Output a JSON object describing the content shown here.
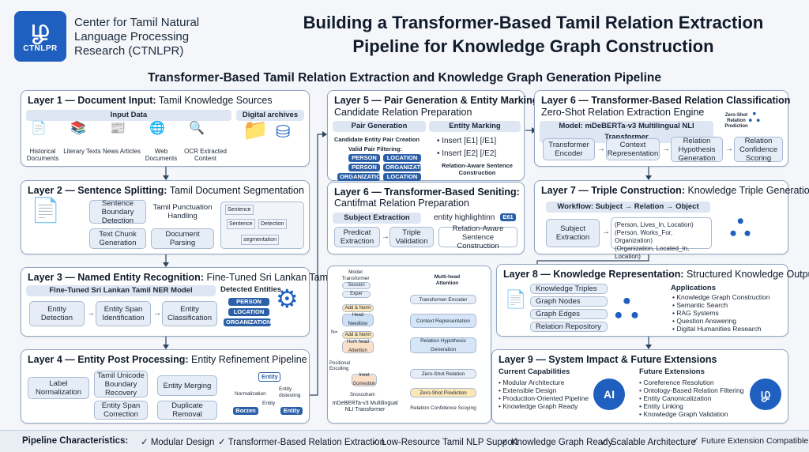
{
  "header": {
    "logo_text": "CTNLPR",
    "org_name": [
      "Center for Tamil Natural",
      "Language Processing",
      "Research (CTNLPR)"
    ],
    "title": [
      "Building a Transformer-Based Tamil Relation Extraction",
      "Pipeline for Knowledge Graph Construction"
    ],
    "subtitle": "Transformer-Based Tamil Relation Extraction and Knowledge Graph Generation Pipeline"
  },
  "layer1": {
    "head": "Layer 1 — Document Input:",
    "head_rest": "Tamil Knowledge Sources",
    "input_data": "Input Data",
    "sources": [
      "Historical Documents",
      "Literary Texts",
      "News Articles",
      "Web Documents",
      "OCR Extracted Content"
    ],
    "digital": "Digital archives"
  },
  "layer2": {
    "head": "Layer 2 — Sentence Splitting:",
    "head_rest": "Tamil Document Segmentation",
    "boxes": [
      "Sentence Boundary Detection",
      "Tamil Punctuation Handling",
      "Text Chunk Generation",
      "Document Parsing"
    ],
    "segments": [
      "Sentence",
      "Sentence",
      "Detection",
      "segmentation"
    ]
  },
  "layer3": {
    "head": "Layer 3 — Named Entity Recognition:",
    "head_rest": "Fine-Tuned Sri Lankan Tamil",
    "model": "Fine-Tuned Sri Lankan Tamil NER Model",
    "steps": [
      "Entity Detection",
      "Entity Span Identification",
      "Entity Classification"
    ],
    "detected": "Detected Entities",
    "entities": [
      "PERSON",
      "LOCATION",
      "ORGANIZATION"
    ]
  },
  "layer4": {
    "head": "Layer 4 — Entity Post Processing:",
    "head_rest": "Entity Refinement Pipeline",
    "boxes": [
      "Label Normalization",
      "Tamil Unicode Boundary Recovery",
      "Entity Span Correction",
      "Entity Merging",
      "Duplicate Removal"
    ],
    "graph": [
      "Entity",
      "Normalization",
      "Entity distesting",
      "Entity",
      "Borzen",
      "Entity"
    ]
  },
  "layer5": {
    "head": "Layer 5 — Pair Generation & Entity Marking",
    "head2": "Candidate Relation Preparation",
    "pair_gen": "Pair Generation",
    "entity_marking": "Entity Marking",
    "creation": "Candidate Entity Pair Creation",
    "filtering": "Valid Pair Filtering:",
    "pairs": [
      [
        "PERSON",
        "LOCATION"
      ],
      [
        "PERSON",
        "ORGANIZATION"
      ],
      [
        "ORGANIZATION",
        "LOCATION"
      ]
    ],
    "markers": [
      "• Insert [E1] [/E1]",
      "• Insert [E2] [/E2]"
    ],
    "relation_aware": "Relation-Aware Sentence Construction"
  },
  "layer6b": {
    "head": "Layer 6 — Transformer-Based Seniting:",
    "head2": "Cantifmat Relation Preparation",
    "subject": "Subject Extraction",
    "highlight": "entity highlightinn",
    "highlight_tag": "E61",
    "boxes": [
      "Predicat Extraction",
      "Triple Validation"
    ],
    "relation_aware": "Relation-Aware Sentence Construction"
  },
  "model": {
    "left_title": "Model Transformer",
    "left_boxes": [
      "Session",
      "Exper",
      "Add & Norm",
      "Head Needtiow",
      "Add & Norm",
      "Hurh head Attention",
      "Ineet Gomestion"
    ],
    "nx": "N=",
    "pos": "Positional Encolling",
    "emb": "Snoscoham",
    "caption": "mDeBERTa-v3 Multilingual NLI Transformer",
    "right_title": "Multi-head Attention",
    "right_boxes": [
      "Transformer Encoder",
      "Context Representation",
      "Relation Hypothesis Generation",
      "Zero-Shot Relation",
      "Zero-Shot Prediction"
    ],
    "right_caption": "Relation Confidence Scoying"
  },
  "layer6": {
    "head": "Layer 6 — Transformer-Based Relation Classification",
    "head2": "Zero-Shot Relation Extraction Engine",
    "model": "Model: mDeBERTa-v3 Multilingual NLI Transformer",
    "zs_label": "Zero-Shot Relation Prediction",
    "steps": [
      "Transformer Encoder",
      "Context Representation",
      "Relation Hypothesis Generation",
      "Relation Confidence Scoring"
    ]
  },
  "layer7": {
    "head": "Layer 7 — Triple Construction:",
    "head_rest": "Knowledge Triple Generation",
    "workflow": "Workflow: Subject → Relation → Object",
    "subject": "Subject Extraction",
    "triples": [
      "(Person, Lives_In, Location)",
      "(Person, Works_For, Organization)",
      "(Organization, Located_In, Location)"
    ]
  },
  "layer8": {
    "head": "Layer 8 — Knowledge Representation:",
    "head_rest": "Structured Knowledge Output",
    "items": [
      "Knowledge Triples",
      "Graph Nodes",
      "Graph Edges",
      "Relation Repository"
    ],
    "apps_title": "Applications",
    "apps": [
      "• Knowledge Graph Construction",
      "• Semantic Search",
      "• RAG Systems",
      "• Question Answering",
      "• Digital Humanities Research"
    ]
  },
  "layer9": {
    "head": "Layer 9 — System Impact & Future Extensions",
    "current_title": "Current Capabilities",
    "current": [
      "• Modular Architecture",
      "• Extensible Design",
      "• Production-Oriented Pipeline",
      "• Knowledge Graph Ready"
    ],
    "ai": "AI",
    "future_title": "Future Extensions",
    "future": [
      "• Coreference Resolution",
      "• Ontology-Based Relation Filtering",
      "• Entity Canonicalization",
      "• Entity Linking",
      "• Knowledge Graph Validation"
    ]
  },
  "footer": {
    "label": "Pipeline Characteristics:",
    "items": [
      "✓ Modular Design",
      "✓ Transformer-Based Relation Extraction",
      "✓ Low-Resource Tamil NLP Support",
      "✓ Knowledge Graph Ready",
      "✓ Scalable Architecture",
      "✓ Future Extension Compatible"
    ]
  },
  "colors": {
    "accent": "#1f5fbf",
    "pill": "#2b5fa8",
    "panel_border": "#8fa6c4"
  }
}
